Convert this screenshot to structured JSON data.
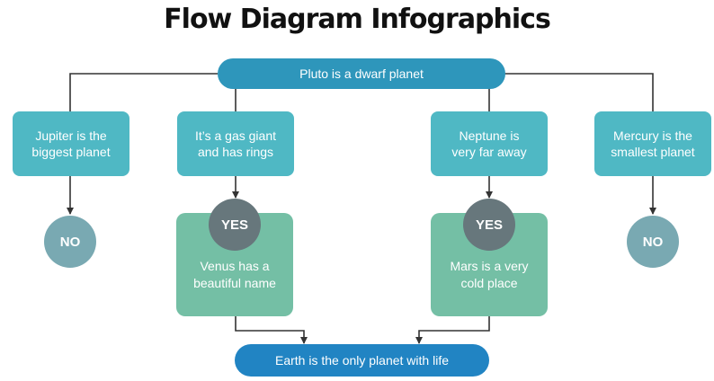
{
  "title": "Flow Diagram Infographics",
  "colors": {
    "top_pill": "#2e96bb",
    "bottom_pill": "#2184c3",
    "question_box": "#4fb8c4",
    "answer_box": "#74bfa5",
    "yes_circle": "#67777c",
    "no_circle": "#79a9b2",
    "connector": "#333333"
  },
  "top_node": {
    "text": "Pluto is a dwarf planet"
  },
  "questions": [
    {
      "line1": "Jupiter is the",
      "line2": "biggest planet"
    },
    {
      "line1": "It’s a gas giant",
      "line2": "and has rings"
    },
    {
      "line1": "Neptune is",
      "line2": "very far away"
    },
    {
      "line1": "Mercury is the",
      "line2": "smallest planet"
    }
  ],
  "outcomes": {
    "no_left": "NO",
    "no_right": "NO",
    "yes_left": "YES",
    "yes_right": "YES"
  },
  "answers": [
    {
      "line1": "Venus has a",
      "line2": "beautiful name"
    },
    {
      "line1": "Mars is a very",
      "line2": "cold place"
    }
  ],
  "bottom_node": {
    "text": "Earth is the only planet with life"
  }
}
